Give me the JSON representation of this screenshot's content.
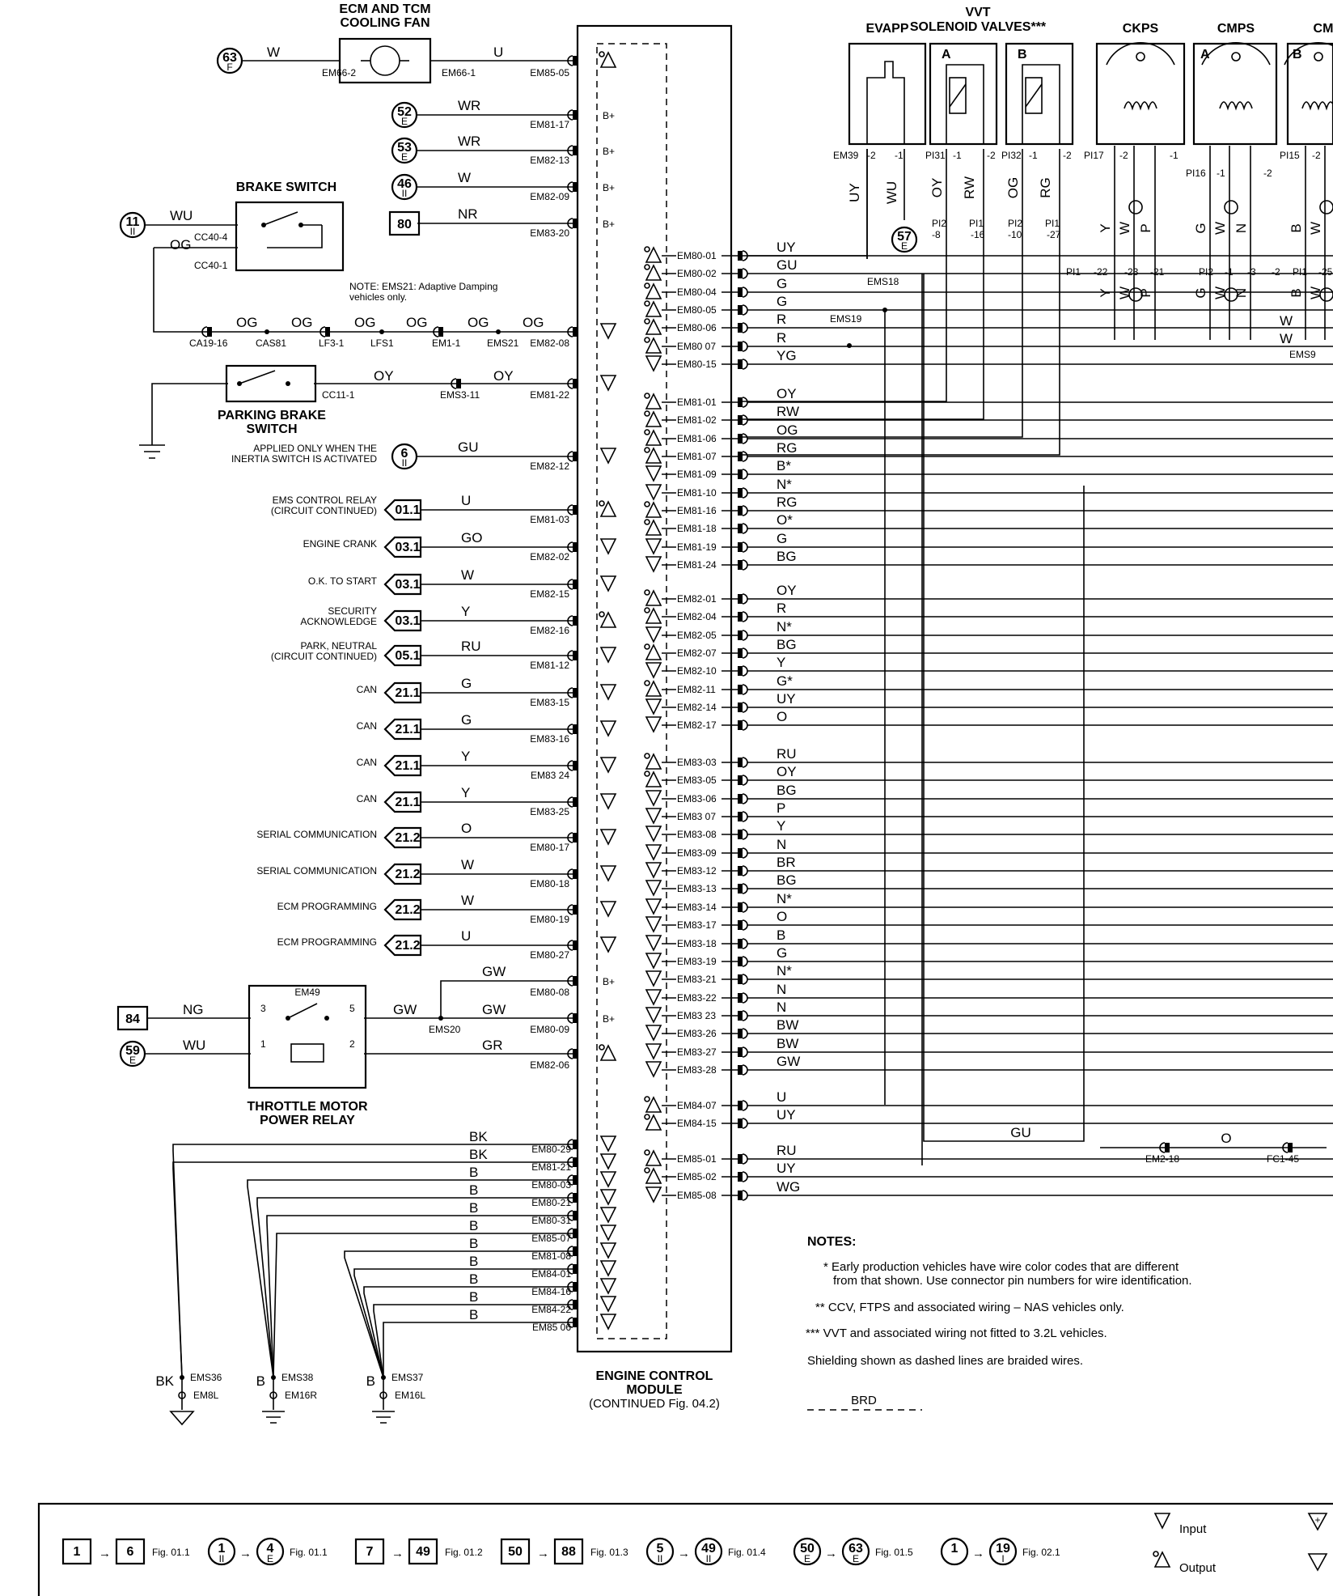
{
  "components": {
    "cooling_fan": {
      "title": [
        "ECM AND TCM",
        "COOLING FAN"
      ],
      "ref": [
        "63",
        "F"
      ],
      "wire_in": "W",
      "wire_out": "U",
      "pin_in": "EM66-2",
      "pin_out": "EM66-1",
      "ecm_pin": "EM85-05"
    },
    "brake_switch": {
      "title": "BRAKE SWITCH",
      "ref": [
        "11",
        "II"
      ],
      "wire_a": "WU",
      "wire_b": "OG",
      "pin_a": "CC40-4",
      "pin_b": "CC40-1"
    },
    "parking_brake": {
      "title": [
        "PARKING BRAKE",
        "SWITCH"
      ],
      "pin": "CC11-1",
      "wire": "OY",
      "splice": "EMS3-11",
      "ecm_pin": "EM81-22"
    },
    "throttle_relay": {
      "title": [
        "THROTTLE MOTOR",
        "POWER RELAY"
      ],
      "id": "EM49",
      "ref_box": "84",
      "ref_circle": [
        "59",
        "E"
      ],
      "wire_in1": "NG",
      "wire_in2": "WU",
      "wire_out1": "GW",
      "wire_out2": "GR",
      "splice": "EMS20",
      "pins": [
        "3",
        "5",
        "1",
        "2"
      ]
    },
    "ecm": {
      "title": [
        "ENGINE CONTROL",
        "MODULE"
      ],
      "cont": "(CONTINUED Fig. 04.2)"
    }
  },
  "note_ems21": [
    "NOTE: EMS21: Adaptive Damping",
    "vehicles only."
  ],
  "sensors": [
    {
      "name": "EVAPP",
      "pins": [
        "EM39",
        "-2",
        "-1"
      ],
      "wires": [
        "UY",
        "WU"
      ]
    },
    {
      "name": "VVT",
      "sub": "SOLENOID VALVES***"
    },
    {
      "name": "CKPS",
      "pins": [
        "PI17",
        "-2",
        "-1"
      ]
    },
    {
      "name": "CMPS",
      "pins": [
        "PI16",
        "-1",
        "-2"
      ]
    },
    {
      "name": "CM",
      "pins": [
        "PI15",
        "-2"
      ]
    }
  ],
  "vvt_pins": {
    "a": [
      "PI31",
      "-1",
      "-2"
    ],
    "b": [
      "PI32",
      "-1",
      "-2"
    ],
    "a_wires": [
      "OY",
      "RW"
    ],
    "b_wires": [
      "OG",
      "RG"
    ],
    "pi2": [
      "PI2",
      "PI1",
      "-8",
      "-16",
      "PI2",
      "PI1",
      "-10",
      "-27"
    ]
  },
  "upper_wires": [
    "Y",
    "W",
    "P",
    "G",
    "W",
    "N",
    "B",
    "W"
  ],
  "lower_pins": [
    "PI1",
    "-22",
    "-23",
    "-21",
    "PI2",
    "-1",
    "-3",
    "-2",
    "PI1",
    "-25"
  ],
  "lower_wires": [
    "Y",
    "W",
    "P",
    "G",
    "W",
    "N",
    "B",
    "W"
  ],
  "splices_top": [
    "EMS18",
    "EMS19",
    "EMS9"
  ],
  "extra_w": [
    "W",
    "W"
  ],
  "ref57": [
    "57",
    "E"
  ],
  "left_rows": [
    {
      "ref": [
        "52",
        "E"
      ],
      "type": "circle",
      "wire": "WR",
      "pin": "EM81-17",
      "sym": "B+"
    },
    {
      "ref": [
        "53",
        "E"
      ],
      "type": "circle",
      "wire": "WR",
      "pin": "EM82-13",
      "sym": "B+"
    },
    {
      "ref": [
        "46",
        "II"
      ],
      "type": "circle",
      "wire": "W",
      "pin": "EM82-09",
      "sym": "B+"
    },
    {
      "ref": [
        "80"
      ],
      "type": "box",
      "wire": "NR",
      "pin": "EM83-20",
      "sym": "B+"
    }
  ],
  "og_chain": {
    "wire": "OG",
    "pins": [
      "CA19-16",
      "CAS81",
      "LF3-1",
      "LFS1",
      "EM1-1",
      "EMS21",
      "EM82-08"
    ]
  },
  "inertia": {
    "text": [
      "APPLIED ONLY WHEN THE",
      "INERTIA SWITCH IS ACTIVATED"
    ],
    "ref": [
      "6",
      "II"
    ],
    "wire": "GU",
    "pin": "EM82-12"
  },
  "signals": [
    {
      "label": [
        "EMS CONTROL RELAY",
        "(CIRCUIT CONTINUED)"
      ],
      "ref": "01.1",
      "wire": "U",
      "pin": "EM81-03"
    },
    {
      "label": [
        "ENGINE CRANK"
      ],
      "ref": "03.1",
      "wire": "GO",
      "pin": "EM82-02"
    },
    {
      "label": [
        "O.K. TO START"
      ],
      "ref": "03.1",
      "wire": "W",
      "pin": "EM82-15"
    },
    {
      "label": [
        "SECURITY",
        "ACKNOWLEDGE"
      ],
      "ref": "03.1",
      "wire": "Y",
      "pin": "EM82-16"
    },
    {
      "label": [
        "PARK, NEUTRAL",
        "(CIRCUIT CONTINUED)"
      ],
      "ref": "05.1",
      "wire": "RU",
      "pin": "EM81-12"
    },
    {
      "label": [
        "CAN"
      ],
      "ref": "21.1",
      "wire": "G",
      "pin": "EM83-15"
    },
    {
      "label": [
        "CAN"
      ],
      "ref": "21.1",
      "wire": "G",
      "pin": "EM83-16"
    },
    {
      "label": [
        "CAN"
      ],
      "ref": "21.1",
      "wire": "Y",
      "pin": "EM83 24"
    },
    {
      "label": [
        "CAN"
      ],
      "ref": "21.1",
      "wire": "Y",
      "pin": "EM83-25"
    },
    {
      "label": [
        "SERIAL COMMUNICATION"
      ],
      "ref": "21.2",
      "wire": "O",
      "pin": "EM80-17"
    },
    {
      "label": [
        "SERIAL COMMUNICATION"
      ],
      "ref": "21.2",
      "wire": "W",
      "pin": "EM80-18"
    },
    {
      "label": [
        "ECM PROGRAMMING"
      ],
      "ref": "21.2",
      "wire": "W",
      "pin": "EM80-19"
    },
    {
      "label": [
        "ECM PROGRAMMING"
      ],
      "ref": "21.2",
      "wire": "U",
      "pin": "EM80-27"
    }
  ],
  "relay_feeds": [
    {
      "wire": "GW",
      "pin": "EM80-08",
      "sym": "B+"
    },
    {
      "wire": "GW",
      "pin": "EM80-09",
      "sym": "B+"
    },
    {
      "wire": "GR",
      "pin": "EM82-06"
    }
  ],
  "grounds": [
    {
      "wire": "BK",
      "pin": "EM80-29"
    },
    {
      "wire": "BK",
      "pin": "EM81-21"
    },
    {
      "wire": "B",
      "pin": "EM80-03"
    },
    {
      "wire": "B",
      "pin": "EM80-21"
    },
    {
      "wire": "B",
      "pin": "EM80-31"
    },
    {
      "wire": "B",
      "pin": "EM85-07"
    },
    {
      "wire": "B",
      "pin": "EM81-08"
    },
    {
      "wire": "B",
      "pin": "EM84-01"
    },
    {
      "wire": "B",
      "pin": "EM84-16"
    },
    {
      "wire": "B",
      "pin": "EM84-22"
    },
    {
      "wire": "B",
      "pin": "EM85 06"
    }
  ],
  "ground_points": [
    {
      "wire": "BK",
      "splice": "EMS36",
      "point": "EM8L"
    },
    {
      "wire": "B",
      "splice": "EMS38",
      "point": "EM16R"
    },
    {
      "wire": "B",
      "splice": "EMS37",
      "point": "EM16L"
    }
  ],
  "right_groups": [
    [
      [
        "EM80-01",
        "UY"
      ],
      [
        "EM80-02",
        "GU"
      ],
      [
        "EM80-04",
        "G"
      ],
      [
        "EM80-05",
        "G"
      ],
      [
        "EM80-06",
        "R"
      ],
      [
        "EM80 07",
        "R"
      ],
      [
        "EM80-15",
        "YG"
      ]
    ],
    [
      [
        "EM81-01",
        "OY"
      ],
      [
        "EM81-02",
        "RW"
      ],
      [
        "EM81-06",
        "OG"
      ],
      [
        "EM81-07",
        "RG"
      ],
      [
        "EM81-09",
        "B*"
      ],
      [
        "EM81-10",
        "N*"
      ],
      [
        "EM81-16",
        "RG"
      ],
      [
        "EM81-18",
        "O*"
      ],
      [
        "EM81-19",
        "G"
      ],
      [
        "EM81-24",
        "BG"
      ]
    ],
    [
      [
        "EM82-01",
        "OY"
      ],
      [
        "EM82-04",
        "R"
      ],
      [
        "EM82-05",
        "N*"
      ],
      [
        "EM82-07",
        "BG"
      ],
      [
        "EM82-10",
        "Y"
      ],
      [
        "EM82-11",
        "G*"
      ],
      [
        "EM82-14",
        "UY"
      ],
      [
        "EM82-17",
        "O"
      ]
    ],
    [
      [
        "EM83-03",
        "RU"
      ],
      [
        "EM83-05",
        "OY"
      ],
      [
        "EM83-06",
        "BG"
      ],
      [
        "EM83 07",
        "P"
      ],
      [
        "EM83-08",
        "Y"
      ],
      [
        "EM83-09",
        "N"
      ],
      [
        "EM83-12",
        "BR"
      ],
      [
        "EM83-13",
        "BG"
      ],
      [
        "EM83-14",
        "N*"
      ],
      [
        "EM83-17",
        "O"
      ],
      [
        "EM83-18",
        "B"
      ],
      [
        "EM83-19",
        "G"
      ],
      [
        "EM83-21",
        "N*"
      ],
      [
        "EM83-22",
        "N"
      ],
      [
        "EM83 23",
        "N"
      ],
      [
        "EM83-26",
        "BW"
      ],
      [
        "EM83-27",
        "BW"
      ],
      [
        "EM83-28",
        "GW"
      ]
    ],
    [
      [
        "EM84-07",
        "U"
      ],
      [
        "EM84-15",
        "UY"
      ]
    ],
    [
      [
        "EM85-01",
        "RU"
      ],
      [
        "EM85-02",
        "UY"
      ],
      [
        "EM85-08",
        "WG"
      ]
    ]
  ],
  "bottom_wire": {
    "gu": "GU",
    "o": "O",
    "pins": [
      "EM2-18",
      "FC1-45"
    ]
  },
  "notes": {
    "title": "NOTES:",
    "lines": [
      "* Early production vehicles have wire color codes that are different",
      "from that shown.  Use connector pin numbers for wire identification.",
      "** CCV, FTPS and associated wiring – NAS vehicles only.",
      "*** VVT and associated wiring not fitted to 3.2L vehicles.",
      "Shielding shown as dashed lines are braided wires."
    ],
    "brd": "BRD"
  },
  "legend": {
    "items": [
      {
        "a": "1",
        "b": "6",
        "fig": "Fig. 01.1",
        "kind": "box"
      },
      {
        "a": "1",
        "b": "4",
        "sa": "II",
        "sb": "E",
        "fig": "Fig. 01.1",
        "kind": "circle"
      },
      {
        "a": "7",
        "b": "49",
        "fig": "Fig. 01.2",
        "kind": "box"
      },
      {
        "a": "50",
        "b": "88",
        "fig": "Fig. 01.3",
        "kind": "box"
      },
      {
        "a": "5",
        "b": "49",
        "sa": "II",
        "sb": "II",
        "fig": "Fig. 01.4",
        "kind": "circle"
      },
      {
        "a": "50",
        "b": "63",
        "sa": "E",
        "sb": "E",
        "fig": "Fig. 01.5",
        "kind": "circle"
      },
      {
        "a": "1",
        "b": "19",
        "sa": "",
        "sb": "I",
        "fig": "Fig. 02.1",
        "kind": "circle"
      }
    ],
    "input": "Input",
    "output": "Output"
  }
}
